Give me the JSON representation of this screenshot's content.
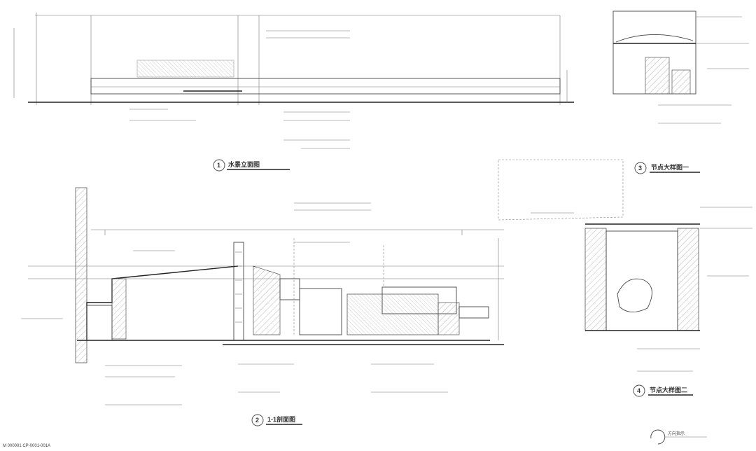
{
  "sheet_note": "M 000001   CP-0001-001A",
  "details": [
    {
      "id": "elevation",
      "number": "1",
      "title": "水景立面图"
    },
    {
      "id": "section-main",
      "number": "2",
      "title": "1-1剖面图"
    },
    {
      "id": "detail-a",
      "number": "3",
      "title": "节点大样图一"
    },
    {
      "id": "detail-b",
      "number": "4",
      "title": "节点大样图二"
    }
  ],
  "north_marker": "方向指示"
}
